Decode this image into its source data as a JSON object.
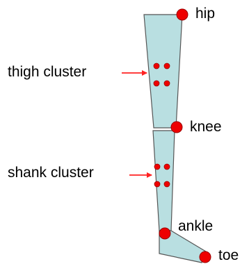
{
  "labels": {
    "hip": "hip",
    "knee": "knee",
    "ankle": "ankle",
    "toe": "toe",
    "thigh_cluster": "thigh cluster",
    "shank_cluster": "shank cluster"
  },
  "colors": {
    "segment_fill": "#b9dfe1",
    "segment_stroke": "#555555",
    "marker_fill": "#ee0000",
    "marker_stroke": "#990000",
    "arrow": "#ff2222",
    "text": "#000000"
  }
}
